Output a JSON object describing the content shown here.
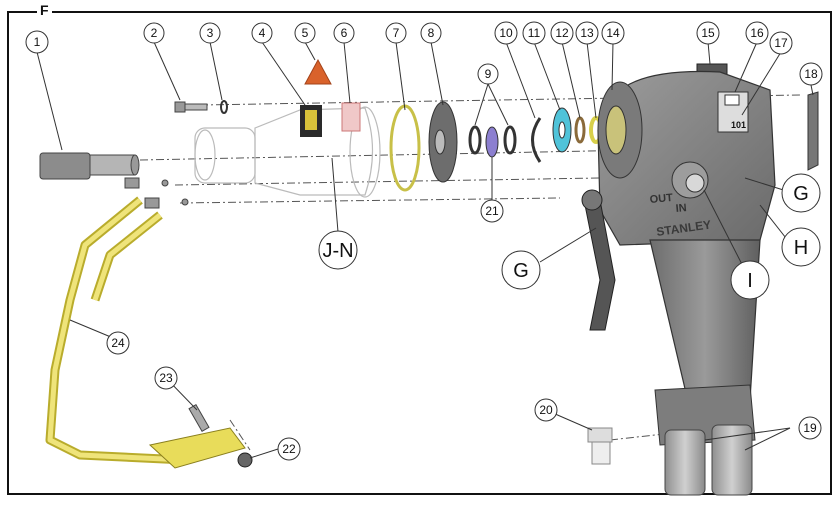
{
  "frame": {
    "label": "F"
  },
  "callouts": [
    {
      "id": "c1",
      "label": "1"
    },
    {
      "id": "c2",
      "label": "2"
    },
    {
      "id": "c3",
      "label": "3"
    },
    {
      "id": "c4",
      "label": "4"
    },
    {
      "id": "c5",
      "label": "5"
    },
    {
      "id": "c6",
      "label": "6"
    },
    {
      "id": "c7",
      "label": "7"
    },
    {
      "id": "c8",
      "label": "8"
    },
    {
      "id": "c9",
      "label": "9"
    },
    {
      "id": "c10",
      "label": "10"
    },
    {
      "id": "c11",
      "label": "11"
    },
    {
      "id": "c12",
      "label": "12"
    },
    {
      "id": "c13",
      "label": "13"
    },
    {
      "id": "c14",
      "label": "14"
    },
    {
      "id": "c15",
      "label": "15"
    },
    {
      "id": "c16",
      "label": "16"
    },
    {
      "id": "c17",
      "label": "17"
    },
    {
      "id": "c18",
      "label": "18"
    },
    {
      "id": "c19",
      "label": "19"
    },
    {
      "id": "c20",
      "label": "20"
    },
    {
      "id": "c21",
      "label": "21"
    },
    {
      "id": "c22",
      "label": "22"
    },
    {
      "id": "c23",
      "label": "23"
    },
    {
      "id": "c24",
      "label": "24"
    }
  ],
  "big_callouts": [
    {
      "id": "JN",
      "label": "J-N"
    },
    {
      "id": "G1",
      "label": "G"
    },
    {
      "id": "G2",
      "label": "G"
    },
    {
      "id": "H",
      "label": "H"
    },
    {
      "id": "I",
      "label": "I"
    }
  ],
  "tool_text": {
    "out": "OUT",
    "in": "IN",
    "brand": "STANLEY",
    "label_plate": "101"
  },
  "colors": {
    "yellow_part": "#e8dc5a",
    "cyan_ring": "#4fc3d9",
    "purple_ring": "#8c7fd0",
    "orange_triangle": "#d9622b",
    "tool_gray": "#8a8a8a"
  }
}
